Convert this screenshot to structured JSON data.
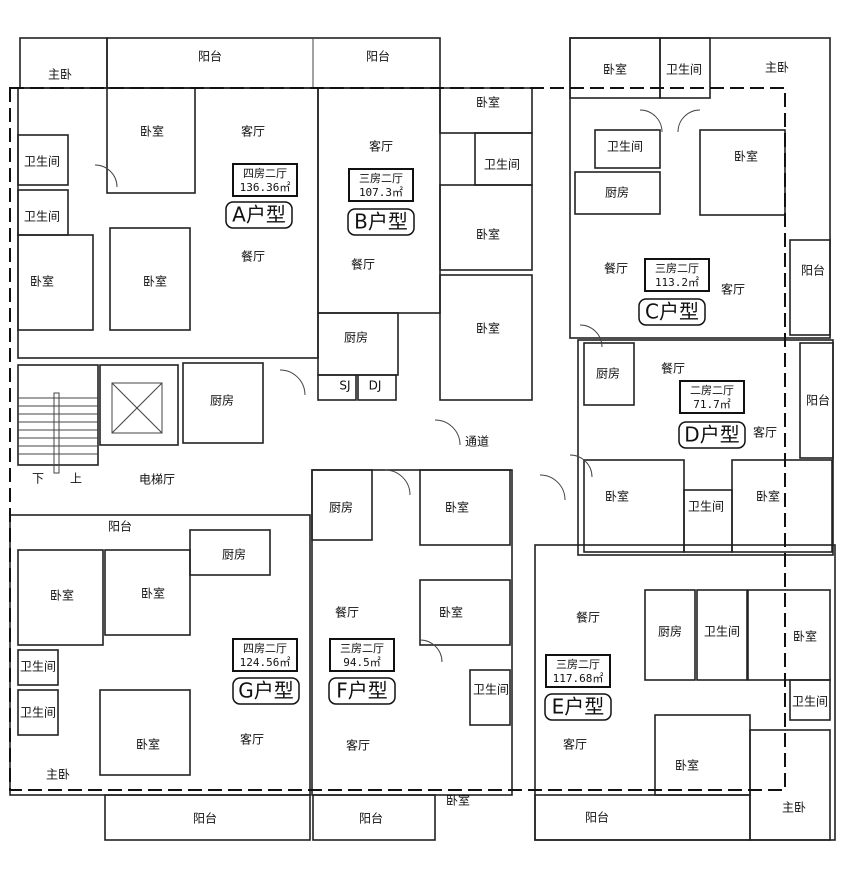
{
  "rooms": [
    "主卧",
    "阳台",
    "阳台",
    "卧室",
    "卫生间",
    "主卧",
    "卧室",
    "客厅",
    "卫生间",
    "卫生间",
    "卧室",
    "卧室",
    "餐厅",
    "厨房",
    "客厅",
    "卧室",
    "卫生间",
    "卧室",
    "餐厅",
    "卧室",
    "厨房",
    "SJ",
    "DJ",
    "卫生间",
    "卧室",
    "厨房",
    "餐厅",
    "客厅",
    "阳台",
    "厨房",
    "餐厅",
    "阳台",
    "客厅",
    "通道",
    "电梯厅",
    "下",
    "上",
    "卧室",
    "卫生间",
    "卧室",
    "阳台",
    "厨房",
    "厨房",
    "卧室",
    "卧室",
    "卧室",
    "餐厅",
    "卧室",
    "餐厅",
    "厨房",
    "卫生间",
    "卧室",
    "卫生间",
    "卫生间",
    "卫生间",
    "卫生间",
    "卧室",
    "客厅",
    "客厅",
    "客厅",
    "卧室",
    "主卧",
    "卧室",
    "主卧",
    "阳台",
    "阳台",
    "阳台"
  ],
  "units": [
    {
      "type": "四房二厅",
      "area": "136.36㎡",
      "name": "A户型"
    },
    {
      "type": "三房二厅",
      "area": "107.3㎡",
      "name": "B户型"
    },
    {
      "type": "三房二厅",
      "area": "113.2㎡",
      "name": "C户型"
    },
    {
      "type": "二房二厅",
      "area": "71.7㎡",
      "name": "D户型"
    },
    {
      "type": "四房二厅",
      "area": "124.56㎡",
      "name": "G户型"
    },
    {
      "type": "三房二厅",
      "area": "94.5㎡",
      "name": "F户型"
    },
    {
      "type": "三房二厅",
      "area": "117.68㎡",
      "name": "E户型"
    }
  ]
}
